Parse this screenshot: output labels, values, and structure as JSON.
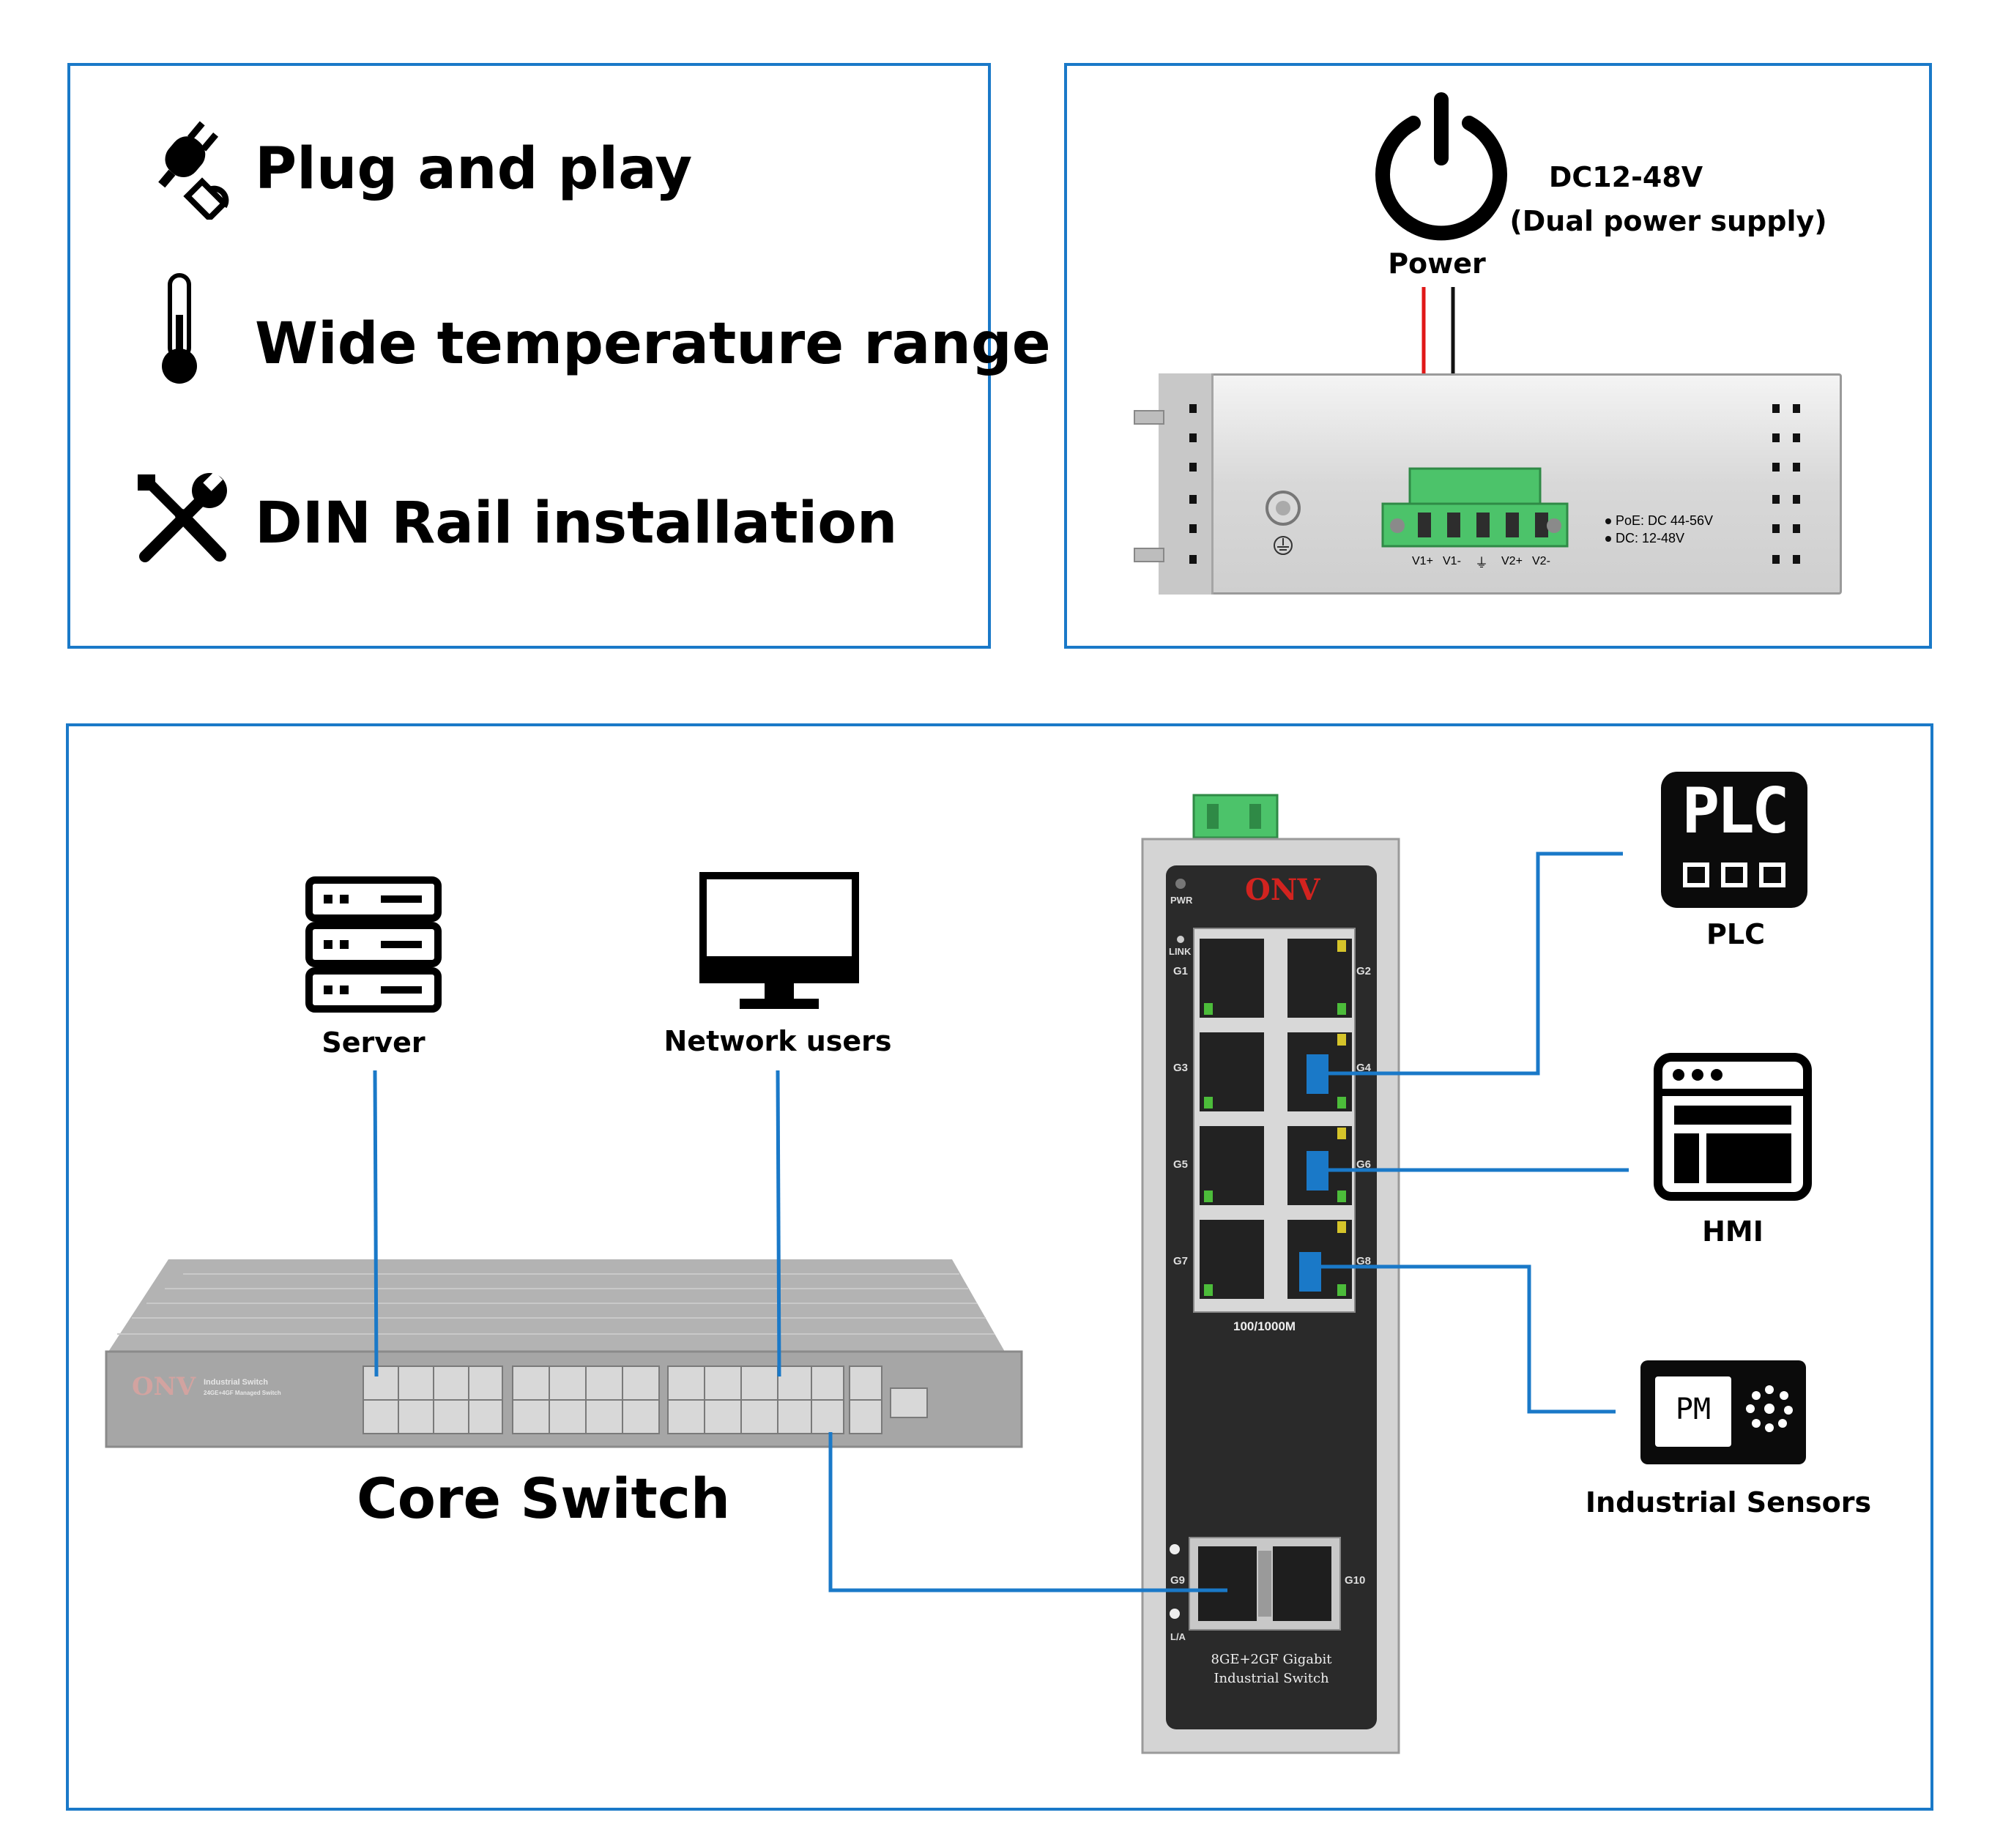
{
  "features": {
    "plug_label": "Plug and play",
    "temp_label": "Wide temperature range",
    "din_label": "DIN Rail installation"
  },
  "power": {
    "spec": "DC12-48V",
    "supply": "(Dual power supply)",
    "label": "Power",
    "terminal_labels": [
      "V1+",
      "V1-",
      "⏚",
      "V2+",
      "V2-"
    ],
    "notes": [
      "PoE: DC 44-56V",
      "DC: 12-48V"
    ]
  },
  "network": {
    "server_label": "Server",
    "users_label": "Network users",
    "core_label": "Core Switch",
    "core_brand": "ONV",
    "core_model_line1": "Industrial Switch",
    "core_model_line2": "24GE+4GF Managed Switch",
    "switch": {
      "brand": "ONV",
      "pwr": "PWR",
      "link": "LINK",
      "port_labels": [
        "G1",
        "G2",
        "G3",
        "G4",
        "G5",
        "G6",
        "G7",
        "G8"
      ],
      "speed": "100/1000M",
      "fiber_labels": [
        "G9",
        "G10"
      ],
      "la": "L/A",
      "model_line1": "8GE+2GF Gigabit",
      "model_line2": "Industrial Switch"
    },
    "plc_icon_text": "PLC",
    "plc_label": "PLC",
    "hmi_label": "HMI",
    "sensor_icon_text": "PM",
    "sensor_label": "Industrial Sensors"
  },
  "colors": {
    "border": "#1a79c8",
    "connector": "#1a79c8",
    "terminal_green": "#4cc36a",
    "wire_red": "#e01818",
    "brand_red": "#d2231f",
    "switch_body": "#2a2a2a"
  }
}
